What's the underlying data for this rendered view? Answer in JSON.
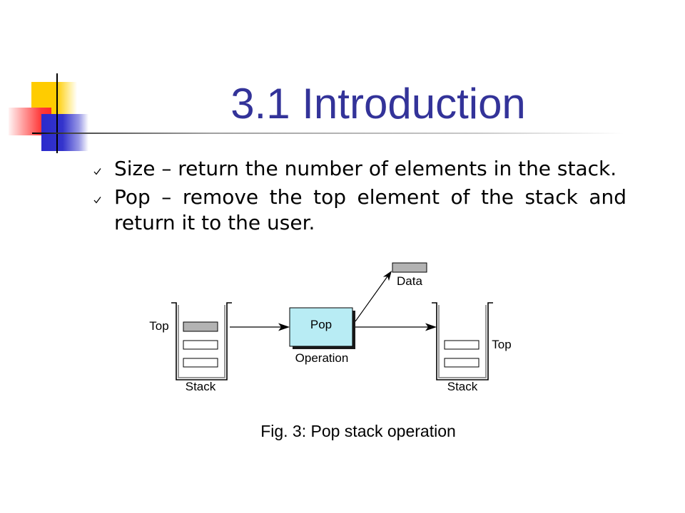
{
  "slide": {
    "title": "3.1 Introduction",
    "title_color": "#333399",
    "bullets": [
      {
        "icon": "check-icon",
        "text": "Size – return the number of elements in the stack."
      },
      {
        "icon": "check-icon",
        "text": "Pop – remove the top element of the stack and return it to the user."
      }
    ]
  },
  "figure": {
    "labels": {
      "top_left": "Top",
      "stack_left": "Stack",
      "operation_box": "Pop",
      "operation_caption": "Operation",
      "data": "Data",
      "top_right": "Top",
      "stack_right": "Stack"
    },
    "colors": {
      "element_fill": "#b3b3b3",
      "empty_element_fill": "#ffffff",
      "operation_fill": "#b8ecf4"
    },
    "caption": "Fig. 3: Pop stack operation"
  },
  "template_logo": {
    "colors": {
      "yellow": "#ffcc00",
      "red": "#ff3333",
      "blue": "#3333cc"
    }
  }
}
